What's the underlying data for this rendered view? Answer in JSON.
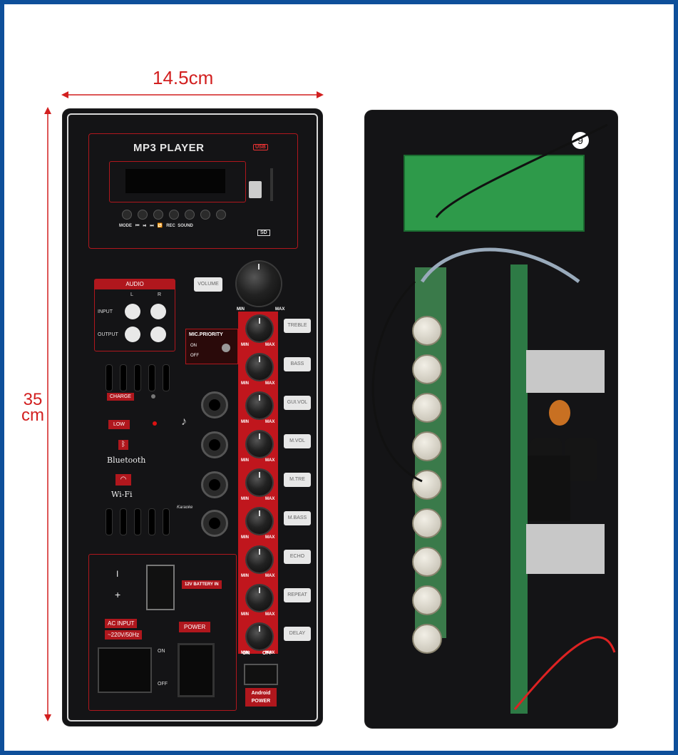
{
  "dimensions": {
    "width_label": "14.5cm",
    "height_label_line1": "35",
    "height_label_line2": "cm"
  },
  "front_panel": {
    "display_title": "MP3 PLAYER",
    "usb_badge": "USB",
    "sd_badge": "SD",
    "transport_labels": [
      "MODE",
      "⏮",
      "⏯",
      "⏭",
      "🔁",
      "REC",
      "SOUND"
    ],
    "audio": {
      "title": "AUDIO",
      "left": "L",
      "right": "R",
      "input": "INPUT",
      "output": "OUTPUT"
    },
    "volume_label": "VOLUME",
    "volume_min": "MIN",
    "volume_max": "MAX",
    "mic_priority": {
      "title": "MIC.PRIORITY",
      "on": "ON",
      "off": "OFF"
    },
    "charge_label": "CHARGE",
    "low_label": "LOW",
    "bluetooth_label": "Bluetooth",
    "wifi_label": "Wi-Fi",
    "karaoke_label": "Karaoke",
    "controls": [
      "TREBLE",
      "BASS",
      "GUI.VOL",
      "M.VOL",
      "M.TRE",
      "M.BASS",
      "ECHO",
      "REPEAT",
      "DELAY"
    ],
    "knob_min": "MIN",
    "knob_max": "MAX",
    "battery": {
      "minus": "I",
      "plus": "+",
      "label": "12V BATTERY IN"
    },
    "ac_input": {
      "label": "AC INPUT",
      "spec": "~220V/50Hz"
    },
    "power_label": "POWER",
    "power_on": "ON",
    "power_off": "OFF",
    "android_switch_on": "ON",
    "android_switch_off": "OFF",
    "android_power_line1": "Android",
    "android_power_line2": "POWER"
  },
  "back_panel": {
    "badge_number": "9"
  },
  "colors": {
    "background_frame": "#0e4f9a",
    "panel": "#141416",
    "accent_red": "#c0161d",
    "dimension_red": "#d21f1f"
  }
}
